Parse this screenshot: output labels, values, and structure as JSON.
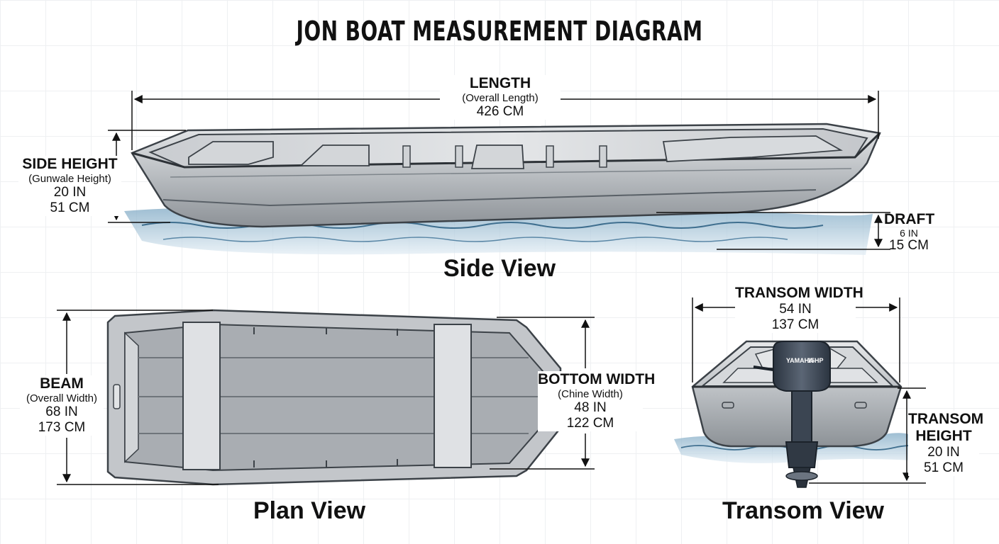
{
  "title": "JON BOAT MEASUREMENT DIAGRAM",
  "views": {
    "side": "Side View",
    "plan": "Plan View",
    "transom": "Transom View"
  },
  "measurements": {
    "length": {
      "label": "LENGTH",
      "sub": "(Overall Length)",
      "value_cm": "426 CM"
    },
    "side_height": {
      "label": "SIDE HEIGHT",
      "sub": "(Gunwale Height)",
      "value_in": "20 IN",
      "value_cm": "51 CM"
    },
    "draft": {
      "label": "DRAFT",
      "value_in": "6 IN",
      "value_cm": "15 CM"
    },
    "beam": {
      "label": "BEAM",
      "sub": "(Overall Width)",
      "value_in": "68 IN",
      "value_cm": "173 CM"
    },
    "bottom_width": {
      "label": "BOTTOM WIDTH",
      "sub": "(Chine Width)",
      "value_in": "48 IN",
      "value_cm": "122 CM"
    },
    "transom_width": {
      "label": "TRANSOM WIDTH",
      "value_in": "54 IN",
      "value_cm": "137 CM"
    },
    "transom_height": {
      "label_line1": "TRANSOM",
      "label_line2": "HEIGHT",
      "value_in": "20 IN",
      "value_cm": "51 CM"
    }
  },
  "motor": {
    "brand": "YAMAHA",
    "hp": "15HP"
  }
}
